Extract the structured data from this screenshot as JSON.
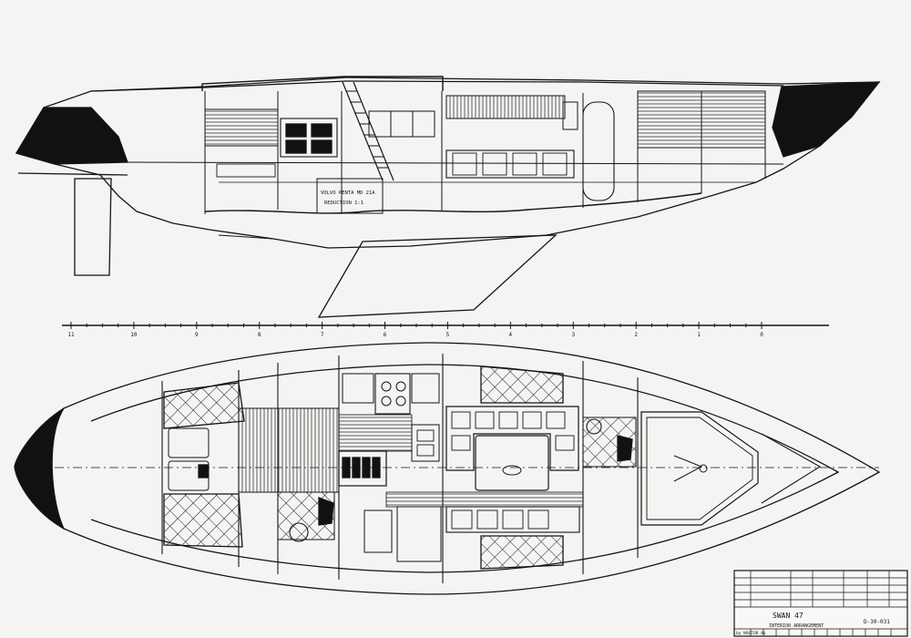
{
  "drawing": {
    "scale_ticks": [
      "11",
      "10",
      "9",
      "8",
      "7",
      "6",
      "5",
      "4",
      "3",
      "2",
      "1",
      "0"
    ],
    "profile_note": [
      "VOLVO PENTA MD 21A",
      "REDUCTION 1:1"
    ],
    "title_block": {
      "boat_name": "SWAN 47",
      "drawing_title": "INTERIOR ARRANGEMENT",
      "drawing_number": "D-30-031",
      "drawn_by": "by NAUTOR Ab"
    }
  },
  "colors": {
    "ink": "#151515",
    "paper": "#f4f4f2"
  }
}
